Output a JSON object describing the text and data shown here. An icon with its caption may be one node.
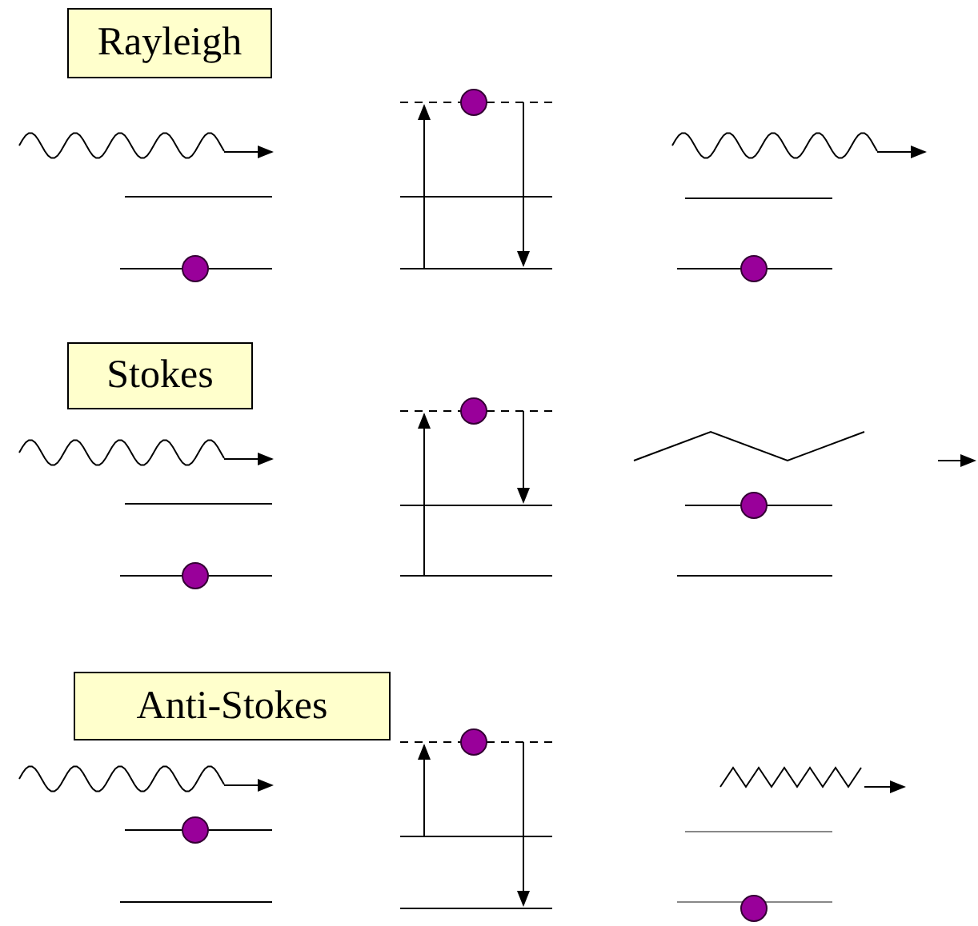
{
  "diagram": {
    "nodes": [
      {
        "text": [
          "Rayleigh"
        ]
      },
      {
        "text": [
          "Stokes"
        ]
      },
      {
        "text": [
          "Anti-Stokes"
        ]
      }
    ]
  }
}
